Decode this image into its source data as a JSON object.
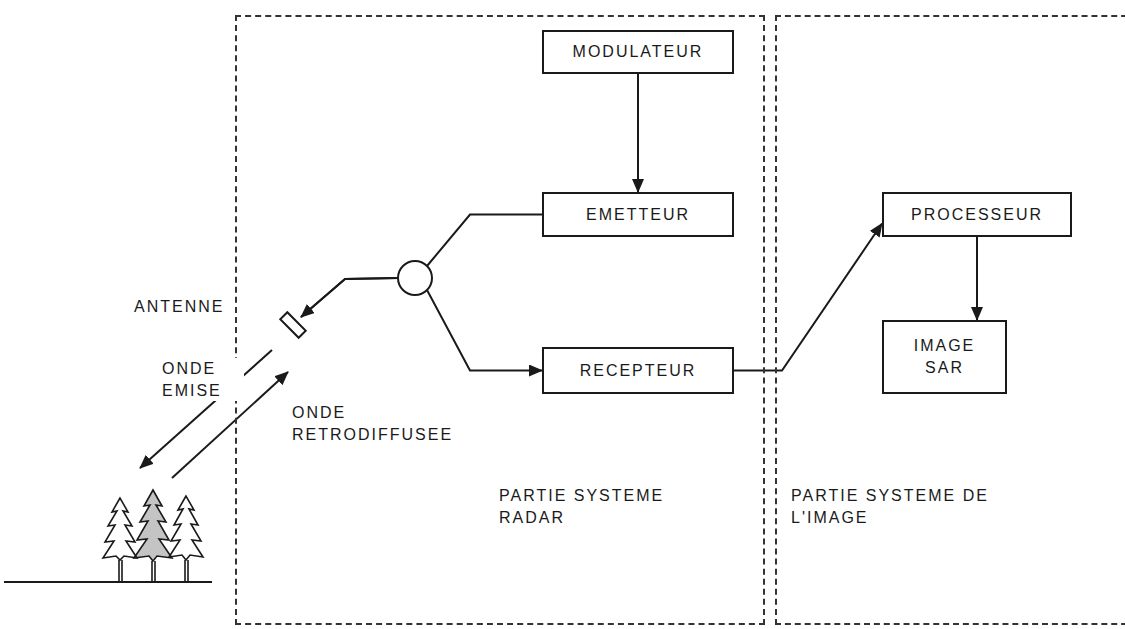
{
  "diagram": {
    "nodes": [
      {
        "text": [
          "PARTIE SYSTEME RADAR"
        ]
      },
      {
        "text": [
          "MODULATEUR"
        ],
        "in": 0
      },
      {
        "text": [
          "EMETTEUR"
        ],
        "in": 0
      },
      {
        "text": [
          "ANTENNE"
        ],
        "in": 0
      },
      {
        "text": [
          "RECEPTEUR"
        ],
        "in": 0
      },
      {
        "text": [
          "PARTIE SYSTEME DE L'IMAGE"
        ]
      },
      {
        "text": [
          "PROCESSEUR"
        ],
        "in": 5
      },
      {
        "text": [
          "IMAGE SAR"
        ],
        "in": 5
      }
    ],
    "edges": [
      {
        "from": 1,
        "to": 2,
        "arrow": "to"
      },
      {
        "from": 2,
        "to": 3,
        "arrow": "to"
      },
      {
        "from": 3,
        "to": 4,
        "arrow": "to"
      },
      {
        "from": 4,
        "to": 6,
        "arrow": "to"
      },
      {
        "from": 6,
        "to": 7,
        "arrow": "to"
      }
    ],
    "labels": [
      "ONDE EMISE",
      "ONDE RETRODIFFUSEE"
    ]
  }
}
